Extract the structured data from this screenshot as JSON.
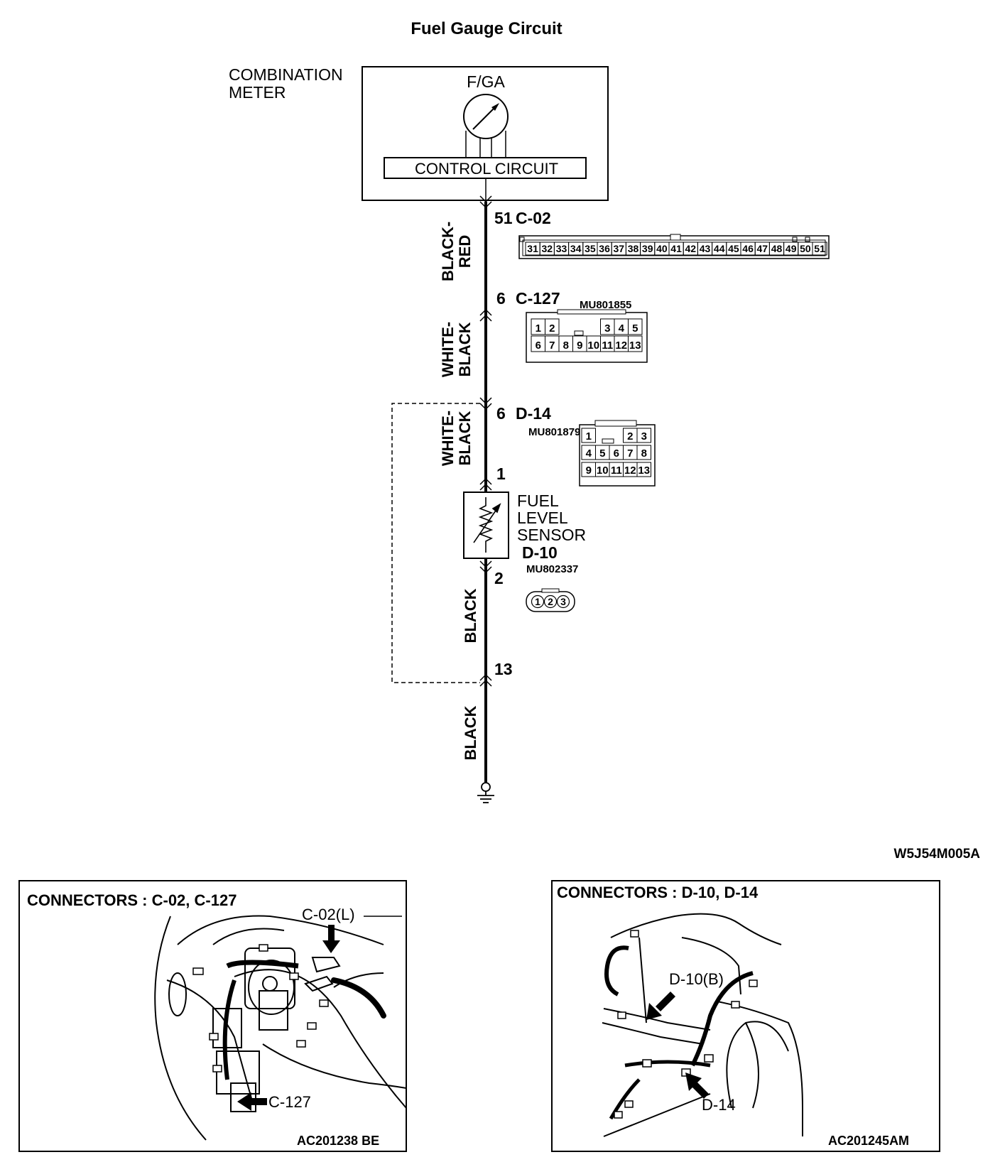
{
  "title": "Fuel Gauge Circuit",
  "meter": {
    "label_line1": "COMBINATION",
    "label_line2": "METER",
    "gauge_label": "F/GA",
    "control_circuit": "CONTROL CIRCUIT"
  },
  "connectors": {
    "c02": {
      "pin": "51",
      "name": "C-02",
      "pins": [
        "31",
        "32",
        "33",
        "34",
        "35",
        "36",
        "37",
        "38",
        "39",
        "40",
        "41",
        "42",
        "43",
        "44",
        "45",
        "46",
        "47",
        "48",
        "49",
        "50",
        "51"
      ]
    },
    "c127": {
      "pin": "6",
      "name": "C-127",
      "part_no": "MU801855",
      "row1": [
        "1",
        "2",
        "",
        "",
        "",
        "3",
        "4",
        "5"
      ],
      "row2": [
        "6",
        "7",
        "8",
        "9",
        "10",
        "11",
        "12",
        "13"
      ]
    },
    "d14": {
      "pin_top": "6",
      "pin_bottom": "1",
      "name": "D-14",
      "part_no": "MU801879",
      "row1": [
        "1",
        "",
        "",
        "2",
        "3"
      ],
      "row2": [
        "4",
        "5",
        "6",
        "7",
        "8"
      ],
      "row3": [
        "9",
        "10",
        "11",
        "12",
        "13"
      ]
    },
    "d10": {
      "pin": "2",
      "name": "D-10",
      "part_no": "MU802337",
      "pins": [
        "1",
        "2",
        "3"
      ]
    },
    "splice": {
      "pin": "13"
    }
  },
  "wires": {
    "w1_line1": "BLACK-",
    "w1_line2": "RED",
    "w2_line1": "WHITE-",
    "w2_line2": "BLACK",
    "w3_line1": "WHITE-",
    "w3_line2": "BLACK",
    "w4": "BLACK",
    "w5": "BLACK"
  },
  "sensor": {
    "line1": "FUEL",
    "line2": "LEVEL",
    "line3": "SENSOR"
  },
  "diagram_code": "W5J54M005A",
  "panel_left": {
    "title": "CONNECTORS : C-02, C-127",
    "callout_top": "C-02(L)",
    "callout_bottom": "C-127",
    "code": "AC201238  BE"
  },
  "panel_right": {
    "title": "CONNECTORS : D-10, D-14",
    "callout_top": "D-10(B)",
    "callout_bottom": "D-14",
    "code": "AC201245AM"
  }
}
